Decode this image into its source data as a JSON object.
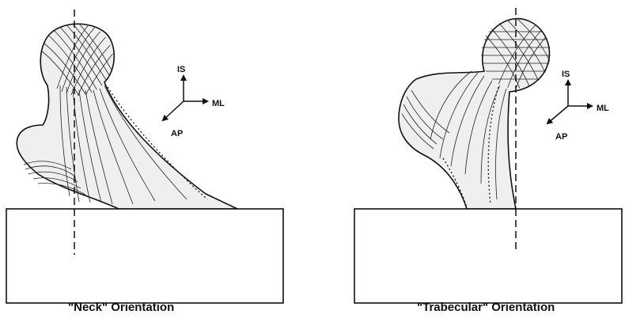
{
  "panels": [
    {
      "caption": "\"Neck\" Orientation",
      "axes": {
        "vertical": "IS",
        "horizontal": "ML",
        "diagonal": "AP"
      }
    },
    {
      "caption": "\"Trabecular\" Orientation",
      "axes": {
        "vertical": "IS",
        "horizontal": "ML",
        "diagonal": "AP"
      }
    }
  ],
  "colors": {
    "ink": "#111111",
    "bone_fill": "#efefef",
    "block_fill": "#ffffff"
  }
}
